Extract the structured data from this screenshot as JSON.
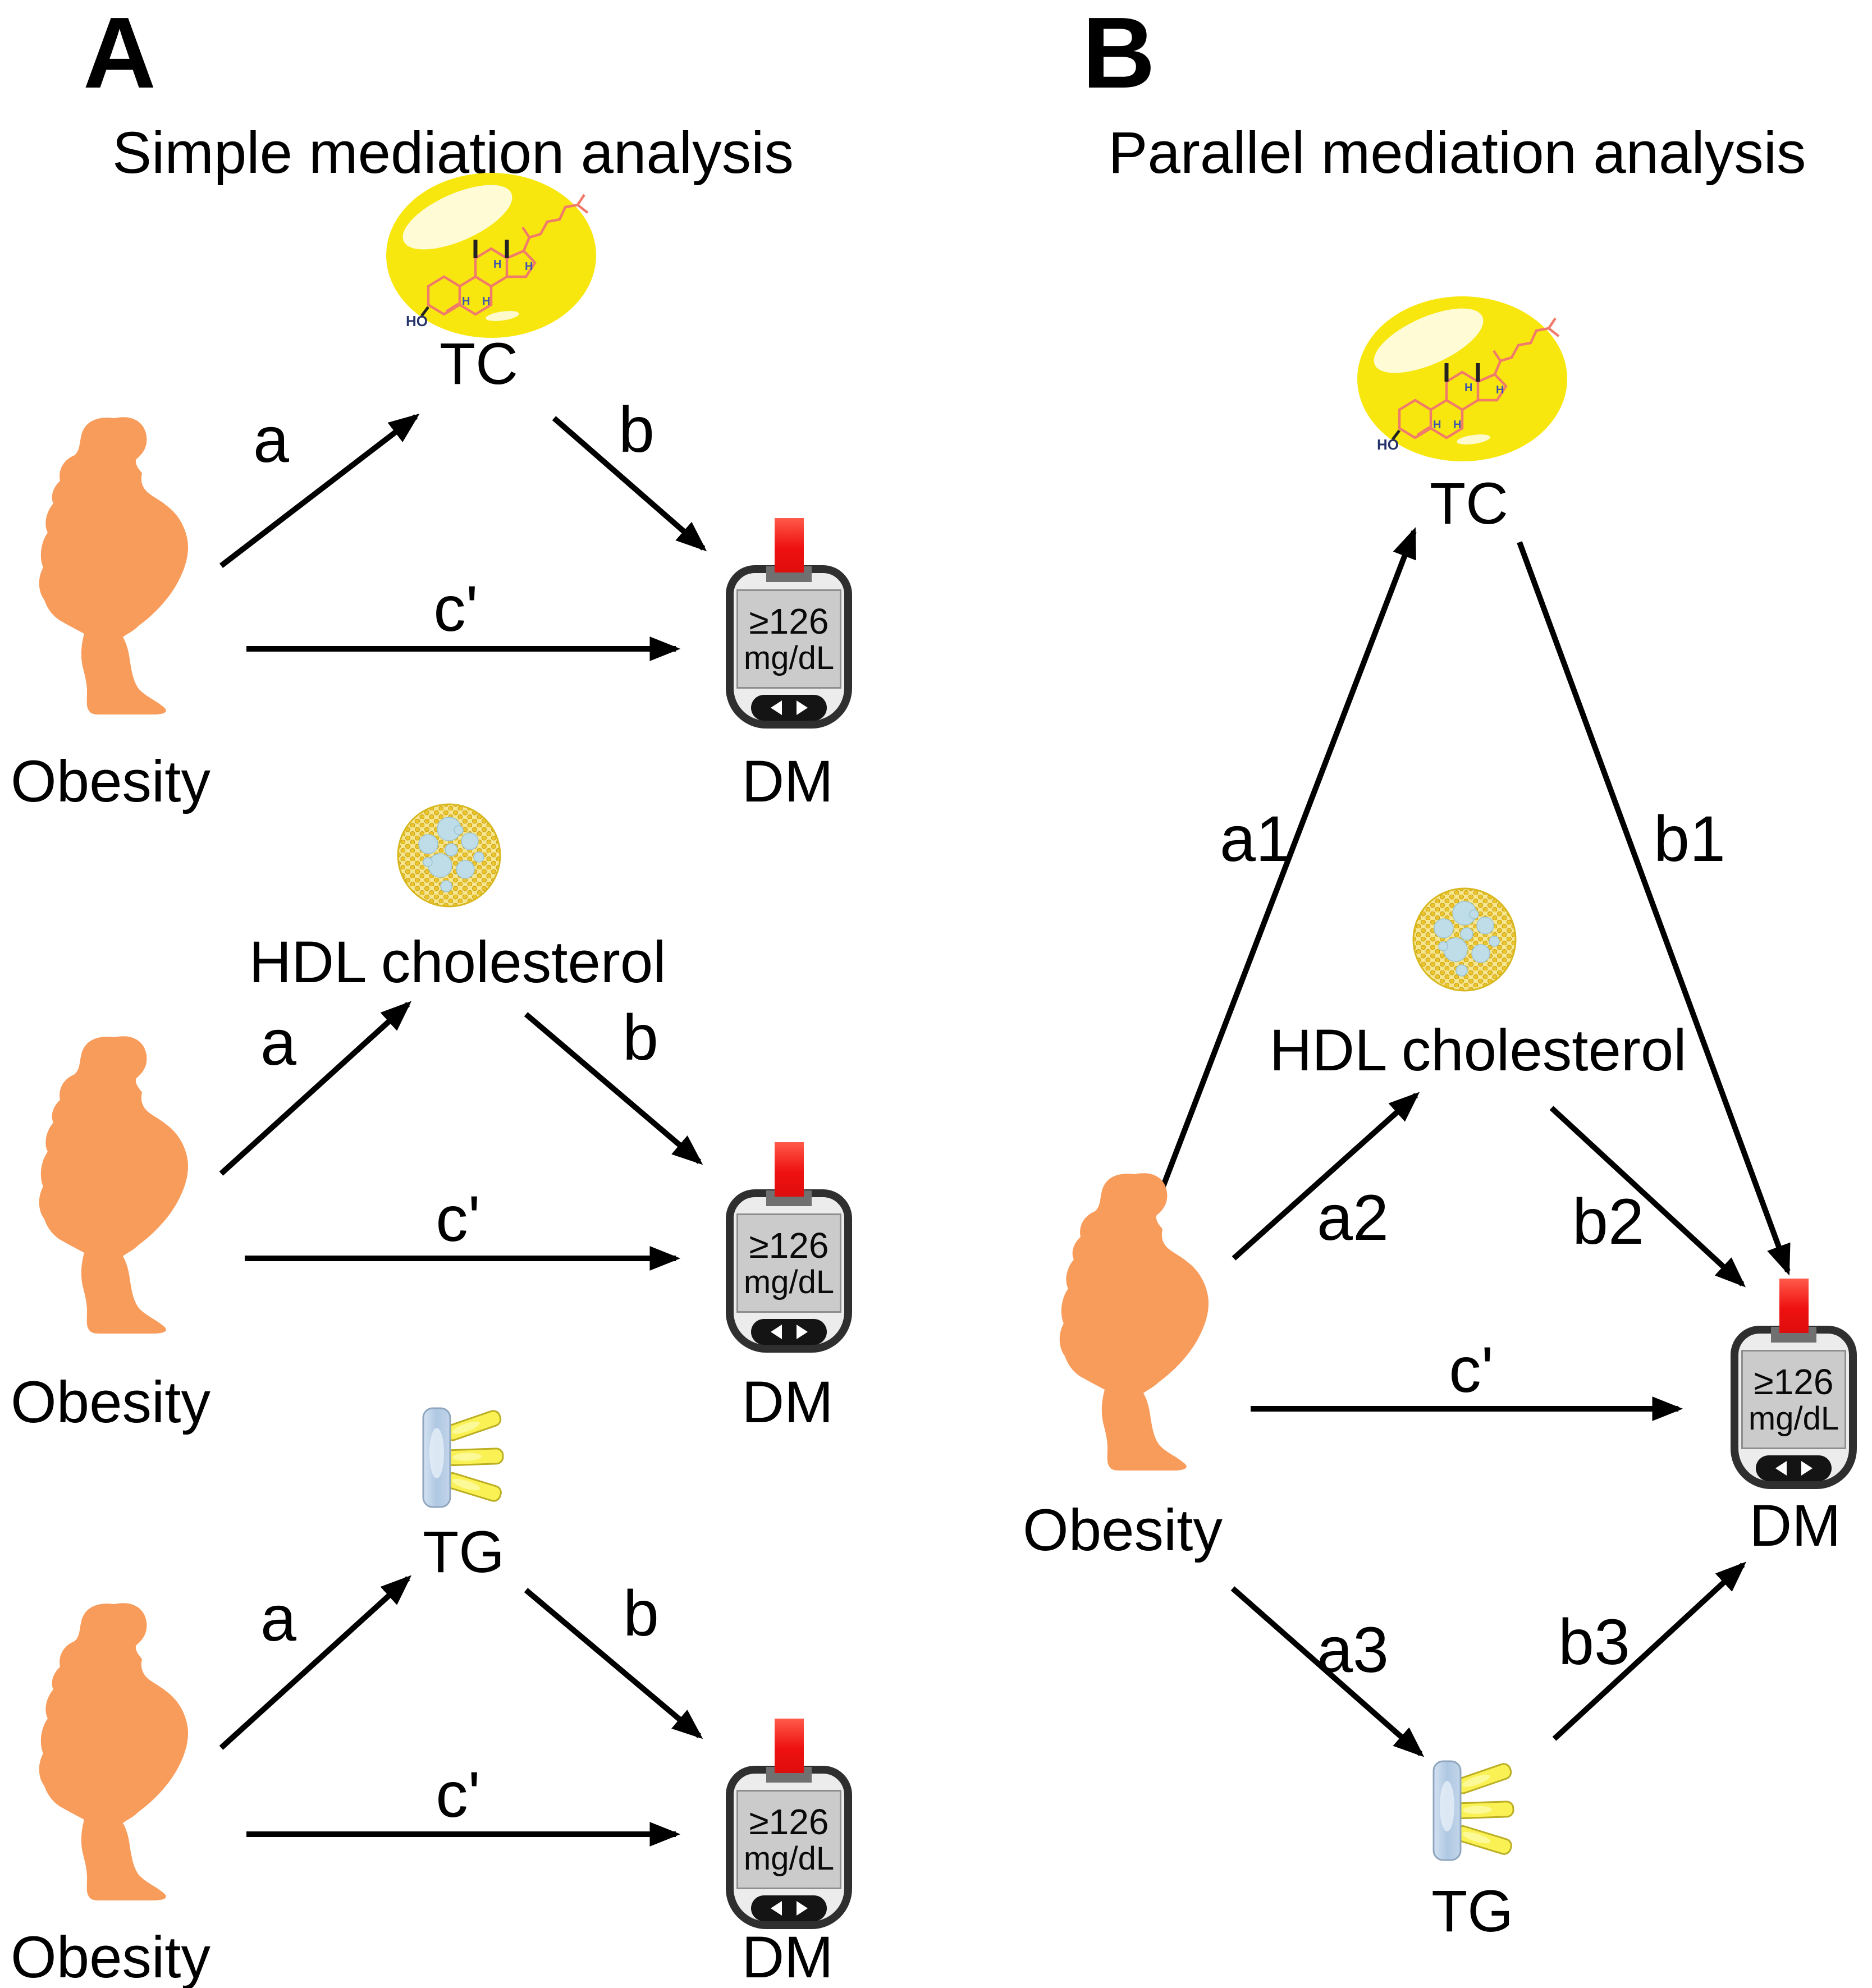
{
  "figure": {
    "panel_a": {
      "tag": "A",
      "title": "Simple mediation analysis",
      "diagrams": [
        {
          "mediator": "TC",
          "labels": {
            "a": "a",
            "b": "b",
            "c": "c'"
          }
        },
        {
          "mediator": "HDL cholesterol",
          "labels": {
            "a": "a",
            "b": "b",
            "c": "c'"
          }
        },
        {
          "mediator": "TG",
          "labels": {
            "a": "a",
            "b": "b",
            "c": "c'"
          }
        }
      ]
    },
    "panel_b": {
      "tag": "B",
      "title": "Parallel mediation analysis",
      "mediators": {
        "m1": "TC",
        "m2": "HDL cholesterol",
        "m3": "TG"
      },
      "labels": {
        "a1": "a1",
        "b1": "b1",
        "a2": "a2",
        "b2": "b2",
        "a3": "a3",
        "b3": "b3",
        "c": "c'"
      }
    },
    "nodes": {
      "obesity": {
        "label": "Obesity"
      },
      "dm": {
        "label": "DM",
        "meter_line1": "≥126",
        "meter_line2": "mg/dL"
      }
    },
    "molecule": {
      "hydroxyl": "HO",
      "hydrogen": "H"
    },
    "colors": {
      "background": "#FFFFFF",
      "text": "#000000",
      "obesity_orange": "#F89C5C",
      "cholesterol_yellow": "#F8E70E",
      "structure_salmon": "#F07B6B",
      "hdl_gold": "#ECC52B",
      "hdl_blue": "#BFDDE8",
      "tg_blue": "#BDD2E8",
      "tg_yellow": "#FAF155",
      "meter_red": "#EE1111",
      "arrow_black": "#000000"
    }
  }
}
